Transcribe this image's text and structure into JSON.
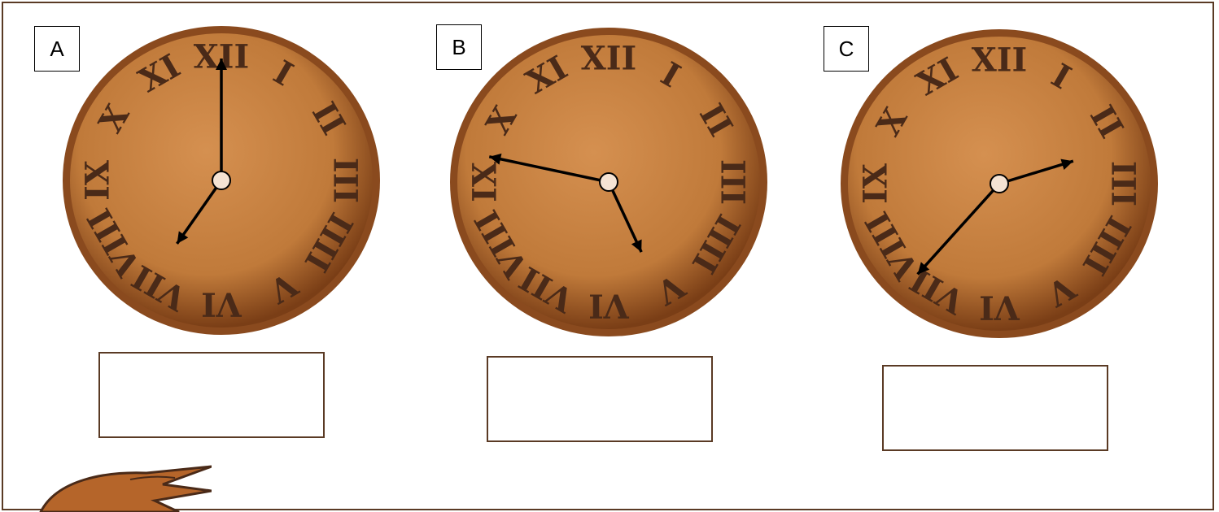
{
  "clocks": [
    {
      "label": "A",
      "hour_hand_angle_deg": 215,
      "minute_hand_angle_deg": 0,
      "answer": ""
    },
    {
      "label": "B",
      "hour_hand_angle_deg": 155,
      "minute_hand_angle_deg": 282,
      "answer": ""
    },
    {
      "label": "C",
      "hour_hand_angle_deg": 73,
      "minute_hand_angle_deg": 222,
      "answer": ""
    }
  ],
  "numerals": [
    "XII",
    "I",
    "II",
    "III",
    "IIII",
    "V",
    "VI",
    "VII",
    "VIII",
    "IX",
    "X",
    "XI"
  ],
  "colors": {
    "clock_face": "#c07a3a",
    "clock_rim": "#8a4a1e",
    "numeral": "#4a2a18",
    "hand": "#000000",
    "center_dot": "#f5e3d3",
    "frame": "#5a3a24",
    "mascot": "#b5652a"
  }
}
